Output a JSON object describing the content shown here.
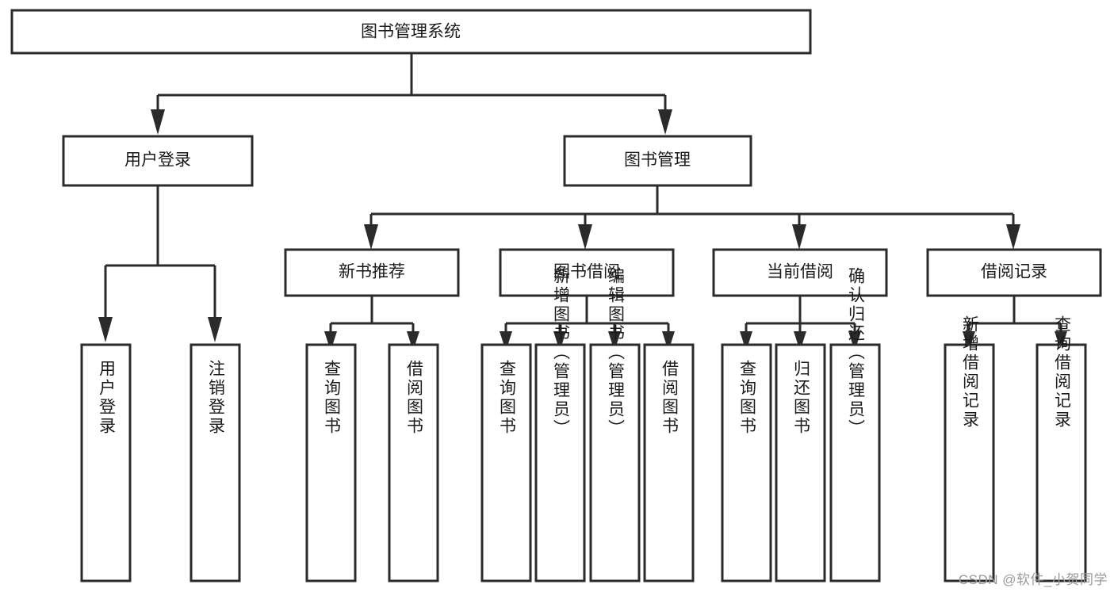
{
  "diagram": {
    "type": "tree",
    "title": "图书管理系统",
    "orientation": "top-down",
    "root": {
      "id": "root",
      "label": "图书管理系统"
    },
    "level1": [
      {
        "id": "user-login",
        "label": "用户登录"
      },
      {
        "id": "book-manage",
        "label": "图书管理"
      }
    ],
    "level2": [
      {
        "id": "new-book-rec",
        "label": "新书推荐",
        "parent": "book-manage"
      },
      {
        "id": "book-borrow",
        "label": "图书借阅",
        "parent": "book-manage"
      },
      {
        "id": "current-borrow",
        "label": "当前借阅",
        "parent": "book-manage"
      },
      {
        "id": "borrow-record",
        "label": "借阅记录",
        "parent": "book-manage"
      }
    ],
    "leaves": [
      {
        "id": "leaf-user-login",
        "label": "用户登录",
        "parent": "user-login"
      },
      {
        "id": "leaf-logout",
        "label": "注销登录",
        "parent": "user-login"
      },
      {
        "id": "leaf-query-book-1",
        "label": "查询图书",
        "parent": "new-book-rec"
      },
      {
        "id": "leaf-borrow-book-1",
        "label": "借阅图书",
        "parent": "new-book-rec"
      },
      {
        "id": "leaf-query-book-2",
        "label": "查询图书",
        "parent": "book-borrow"
      },
      {
        "id": "leaf-add-book",
        "label": "新增图书（管理员）",
        "parent": "book-borrow"
      },
      {
        "id": "leaf-edit-book",
        "label": "编辑图书（管理员）",
        "parent": "book-borrow"
      },
      {
        "id": "leaf-borrow-book-2",
        "label": "借阅图书",
        "parent": "book-borrow"
      },
      {
        "id": "leaf-query-book-3",
        "label": "查询图书",
        "parent": "current-borrow"
      },
      {
        "id": "leaf-return-book",
        "label": "归还图书",
        "parent": "current-borrow"
      },
      {
        "id": "leaf-confirm-return",
        "label": "确认归还（管理员）",
        "parent": "current-borrow"
      },
      {
        "id": "leaf-add-record",
        "label": "新增借阅记录",
        "parent": "borrow-record"
      },
      {
        "id": "leaf-query-record",
        "label": "查询借阅记录",
        "parent": "borrow-record"
      }
    ]
  },
  "watermark": {
    "text": "CSDN @软件_小贺同学"
  },
  "colors": {
    "box_stroke": "#2b2b2b",
    "box_fill": "#ffffff",
    "connector": "#2b2b2b",
    "text": "#1a1a1a",
    "watermark": "#9a9a9a",
    "background": "#ffffff"
  }
}
